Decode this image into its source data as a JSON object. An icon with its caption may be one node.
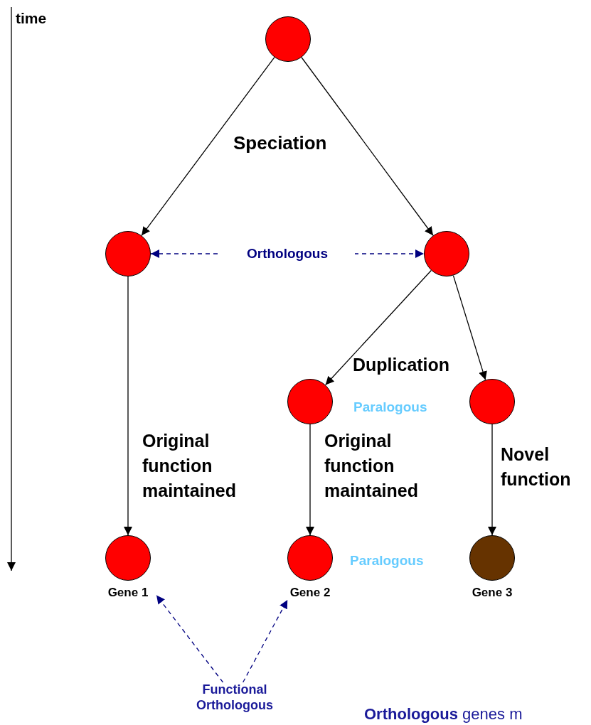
{
  "diagram": {
    "nodes": [
      {
        "text": [],
        "shape": "circle"
      },
      {
        "text": [],
        "shape": "circle"
      },
      {
        "text": [],
        "shape": "circle"
      },
      {
        "text": [],
        "shape": "circle"
      },
      {
        "text": [],
        "shape": "circle"
      },
      {
        "text": [],
        "shape": "circle",
        "beside": [
          "Gene 1"
        ]
      },
      {
        "text": [],
        "shape": "circle",
        "beside": [
          "Gene 2"
        ]
      },
      {
        "text": [],
        "shape": "circle",
        "beside": [
          "Gene 3"
        ]
      },
      {
        "text": [
          "Functional Orthologous"
        ]
      }
    ],
    "edges": [
      {
        "from": 0,
        "to": 1,
        "arrow": "to"
      },
      {
        "from": 0,
        "to": 2,
        "arrow": "to"
      },
      {
        "from": 1,
        "to": 2,
        "arrow": "both",
        "style": "dashed",
        "color": "#000080",
        "label": "Orthologous"
      },
      {
        "from": 2,
        "to": 3,
        "arrow": "to"
      },
      {
        "from": 2,
        "to": 4,
        "arrow": "to"
      },
      {
        "from": 1,
        "to": 5,
        "arrow": "to",
        "label": "Original function maintained"
      },
      {
        "from": 3,
        "to": 6,
        "arrow": "to",
        "label": "Original function maintained"
      },
      {
        "from": 4,
        "to": 7,
        "arrow": "to",
        "label": "Novel function"
      },
      {
        "from": 8,
        "to": 5,
        "arrow": "to",
        "style": "dashed",
        "color": "#000080"
      },
      {
        "from": 8,
        "to": 6,
        "arrow": "to",
        "style": "dashed",
        "color": "#000080"
      }
    ],
    "labels": [
      "time",
      "Speciation",
      "Duplication",
      "Paralogous",
      "Paralogous",
      "**Orthologous** genes m"
    ]
  }
}
